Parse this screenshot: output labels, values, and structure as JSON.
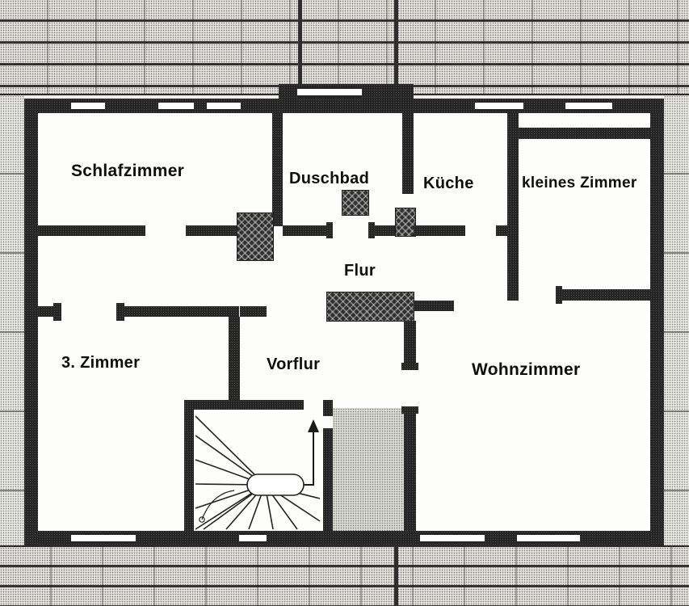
{
  "floorplan": {
    "type": "apartment-floor-plan",
    "rooms": [
      {
        "id": "schlafzimmer",
        "label": "Schlafzimmer"
      },
      {
        "id": "duschbad",
        "label": "Duschbad"
      },
      {
        "id": "kueche",
        "label": "Küche"
      },
      {
        "id": "kleines-zimmer",
        "label": "kleines Zimmer"
      },
      {
        "id": "flur",
        "label": "Flur"
      },
      {
        "id": "drittes-zimmer",
        "label": "3. Zimmer"
      },
      {
        "id": "vorflur",
        "label": "Vorflur"
      },
      {
        "id": "wohnzimmer",
        "label": "Wohnzimmer"
      }
    ],
    "features": [
      {
        "id": "spiral-staircase",
        "description": "spiral staircase with up arrow"
      },
      {
        "id": "chimney-shaft",
        "description": "hatched chimney block"
      }
    ],
    "colors": {
      "wall": "#262626",
      "paper": "#efeeea",
      "room": "#fdfdfb",
      "label": "#0e0e0e"
    }
  }
}
